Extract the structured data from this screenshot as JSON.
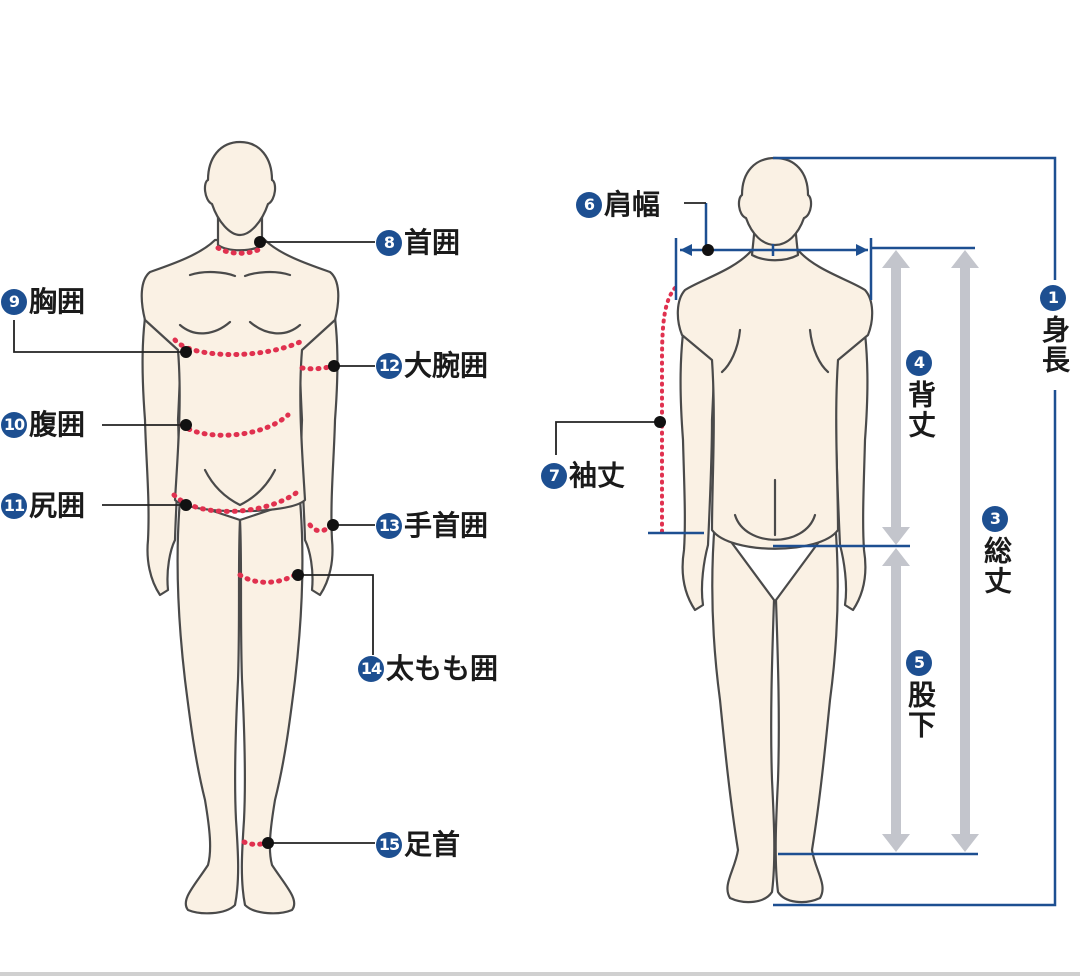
{
  "diagram": {
    "colors": {
      "skin": "#faf1e4",
      "outline": "#4a4a4a",
      "measure_line": "#1d4f91",
      "arrow_gray": "#c3c5cc",
      "dotted_red": "#e0314f",
      "badge": "#1d4f91"
    },
    "front_labels": [
      {
        "num": "8",
        "text": "首囲"
      },
      {
        "num": "9",
        "text": "胸囲"
      },
      {
        "num": "10",
        "text": "腹囲"
      },
      {
        "num": "11",
        "text": "尻囲"
      },
      {
        "num": "12",
        "text": "大腕囲"
      },
      {
        "num": "13",
        "text": "手首囲"
      },
      {
        "num": "14",
        "text": "太もも囲"
      },
      {
        "num": "15",
        "text": "足首"
      }
    ],
    "back_labels": [
      {
        "num": "1",
        "text": "身長"
      },
      {
        "num": "3",
        "text": "総丈"
      },
      {
        "num": "4",
        "text": "背丈"
      },
      {
        "num": "5",
        "text": "股下"
      },
      {
        "num": "6",
        "text": "肩幅"
      },
      {
        "num": "7",
        "text": "袖丈"
      }
    ]
  }
}
